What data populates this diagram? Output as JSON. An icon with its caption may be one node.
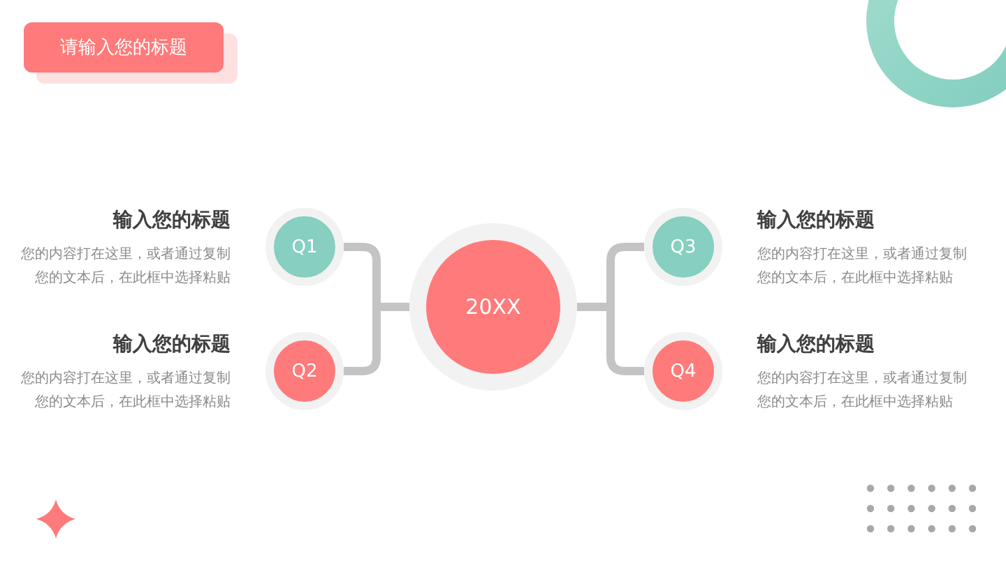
{
  "diagram": {
    "title": "请输入您的标题",
    "nodes": [
      {
        "text": [
          "Q1"
        ],
        "beside": [
          "输入您的标题",
          "您的内容打在这里，或者通过复制您的文本后，在此框中选择粘贴"
        ]
      },
      {
        "text": [
          "Q2"
        ],
        "beside": [
          "输入您的标题",
          "您的内容打在这里，或者通过复制您的文本后，在此框中选择粘贴"
        ]
      },
      {
        "text": [
          "20XX"
        ]
      },
      {
        "text": [
          "Q3"
        ],
        "beside": [
          "输入您的标题",
          "您的内容打在这里，或者通过复制您的文本后，在此框中选择粘贴"
        ]
      },
      {
        "text": [
          "Q4"
        ],
        "beside": [
          "输入您的标题",
          "您的内容打在这里，或者通过复制您的文本后，在此框中选择粘贴"
        ]
      }
    ],
    "edges": [
      {
        "from": 2,
        "to": 0,
        "arrow": "none"
      },
      {
        "from": 2,
        "to": 1,
        "arrow": "none"
      },
      {
        "from": 2,
        "to": 3,
        "arrow": "none"
      },
      {
        "from": 2,
        "to": 4,
        "arrow": "none"
      }
    ]
  }
}
